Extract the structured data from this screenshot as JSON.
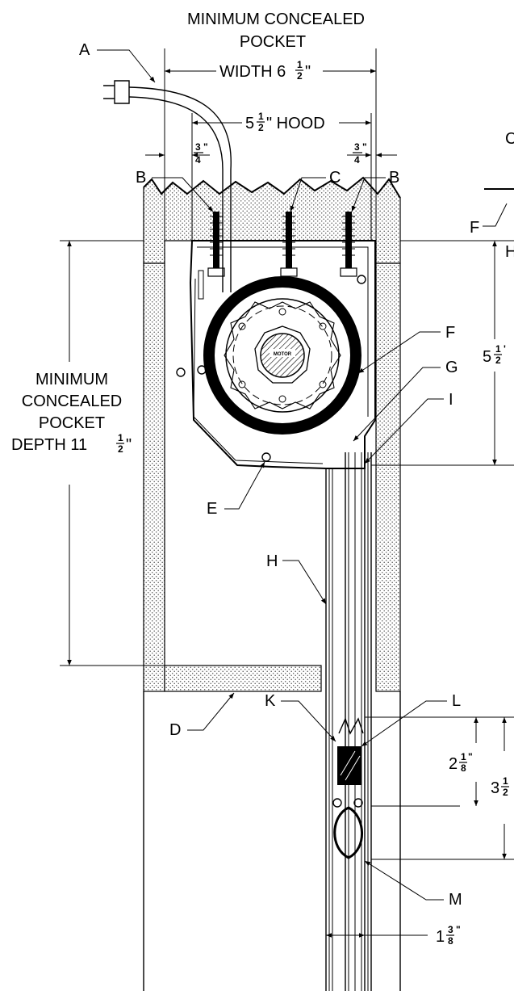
{
  "pocket_width": {
    "line1": "MINIMUM CONCEALED",
    "line2": "POCKET",
    "dim_whole": "WIDTH 6",
    "dim_num": "1",
    "dim_den": "2",
    "dim_unit": "\""
  },
  "hood": {
    "whole": "5",
    "num": "1",
    "den": "2",
    "unit": "\" HOOD"
  },
  "clearance_left": {
    "num": "3",
    "den": "4",
    "unit": "\""
  },
  "clearance_right": {
    "num": "3",
    "den": "4",
    "unit": "\""
  },
  "pocket_depth": {
    "line1": "MINIMUM",
    "line2": "CONCEALED",
    "line3": "POCKET",
    "dim_whole": "DEPTH 11",
    "dim_num": "1",
    "dim_den": "2",
    "dim_unit": "\""
  },
  "right_hood_dim": {
    "whole": "5",
    "num": "1",
    "den": "2",
    "unit": "'"
  },
  "bottom_bar_dim": {
    "whole": "2",
    "num": "1",
    "den": "8",
    "unit": "\""
  },
  "bottom_total_dim": {
    "whole": "3",
    "num": "1",
    "den": "2"
  },
  "rail_width_dim": {
    "whole": "1",
    "num": "3",
    "den": "8",
    "unit": "\""
  },
  "motor_label": "MOTOR",
  "callouts": {
    "A": "A",
    "B_left": "B",
    "C": "C",
    "B_right": "B",
    "D": "D",
    "E": "E",
    "F": "F",
    "G": "G",
    "H": "H",
    "I": "I",
    "K": "K",
    "L": "L",
    "M": "M"
  },
  "edge_fragments": {
    "top_right": "C",
    "mid_right_F": "F",
    "mid_right_H": "H"
  }
}
